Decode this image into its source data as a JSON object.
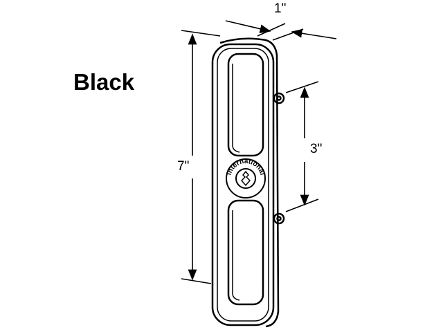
{
  "product": {
    "color_label": "Black",
    "logo_text": "International"
  },
  "dimensions": {
    "width": "1\"",
    "hole_spacing": "3\"",
    "height": "7\""
  },
  "colors": {
    "line": "#000000",
    "background": "#ffffff"
  }
}
